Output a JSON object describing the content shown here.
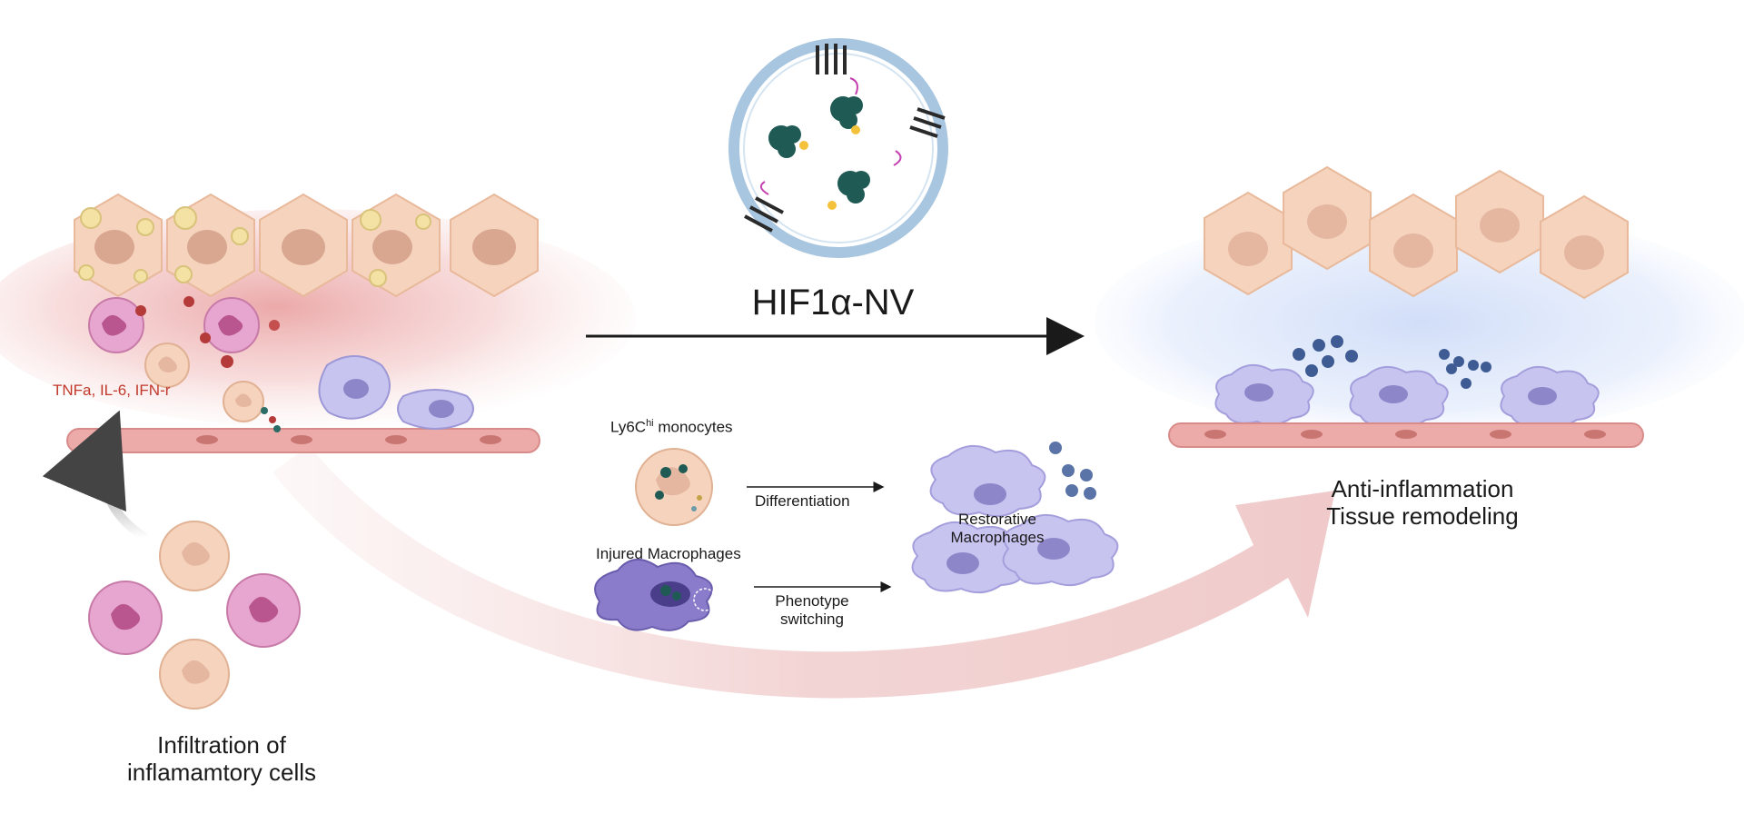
{
  "agent_title": "HIF1α-NV",
  "left_panel": {
    "cytokines": "TNFa, IL-6, IFN-r",
    "caption_line1": "Infiltration of",
    "caption_line2": "inflamamtory cells"
  },
  "middle_panel": {
    "monocytes_label": "Ly6C",
    "monocytes_sup": "hi",
    "monocytes_label_tail": " monocytes",
    "differentiation_label": "Differentiation",
    "injured_label": "Injured Macrophages",
    "phenotype_line1": "Phenotype",
    "phenotype_line2": "switching",
    "restorative_line1": "Restorative",
    "restorative_line2": "Macrophages"
  },
  "right_panel": {
    "outcome_line1": "Anti-inflammation",
    "outcome_line2": "Tissue remodeling"
  },
  "colors": {
    "inflamed_tissue": "#f2b5b5",
    "healed_tissue": "#dbe6fb",
    "hepatocyte": "#f5d3bd",
    "neutrophil": "#e7a6cf",
    "macrophage": "#c8c4f0",
    "vesicle_ring": "#a9c6e0",
    "protein": "#1f5a55",
    "sweep_arrow": "#f0c8c8"
  }
}
